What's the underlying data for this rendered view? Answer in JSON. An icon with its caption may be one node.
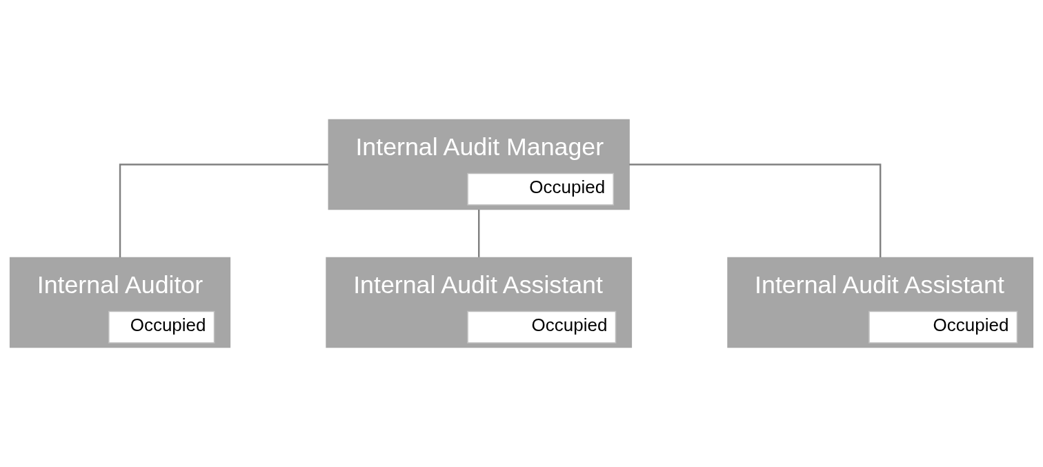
{
  "diagram": {
    "nodes": [
      {
        "text": [
          "Internal Audit Manager",
          "Occupied"
        ]
      },
      {
        "text": [
          "Internal Auditor",
          "Occupied"
        ]
      },
      {
        "text": [
          "Internal Audit Assistant",
          "Occupied"
        ]
      },
      {
        "text": [
          "Internal Audit Assistant",
          "Occupied"
        ]
      }
    ],
    "edges": [
      {
        "from": 0,
        "to": 1,
        "arrow": "none"
      },
      {
        "from": 0,
        "to": 2,
        "arrow": "none"
      },
      {
        "from": 0,
        "to": 3,
        "arrow": "none"
      }
    ]
  }
}
